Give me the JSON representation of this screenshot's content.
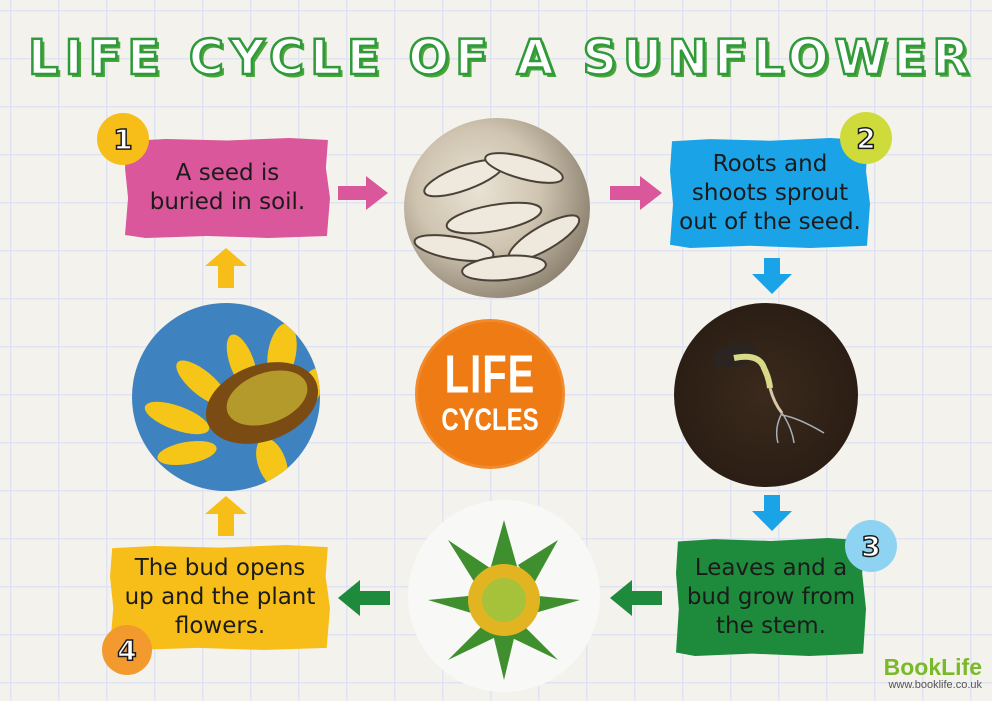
{
  "title": "LIFE CYCLE OF A SUNFLOWER",
  "colors": {
    "title_green": "#2f9a3a",
    "pink": "#d9579a",
    "blue": "#1aa3e6",
    "dark_green": "#1e8a3c",
    "yellow": "#f7be19",
    "orange": "#ee7b14",
    "brand_green": "#7ab929"
  },
  "steps": [
    {
      "number": "1",
      "text": "A seed is\nburied in soil.",
      "box_color": "#d9579a",
      "badge_color": "#f7be19",
      "image": "sunflower-seeds-photo"
    },
    {
      "number": "2",
      "text": "Roots and\nshoots sprout\nout of the seed.",
      "box_color": "#1aa3e6",
      "badge_color": "#cfdb3a",
      "image": "sprouting-seed-in-soil-photo"
    },
    {
      "number": "3",
      "text": "Leaves and a\nbud grow from\nthe stem.",
      "box_color": "#1e8a3c",
      "badge_color": "#8fd3f2",
      "image": "sunflower-bud-photo"
    },
    {
      "number": "4",
      "text": "The bud opens\nup and the plant\nflowers.",
      "box_color": "#f7be19",
      "badge_color": "#f29a2e",
      "image": "blooming-sunflower-photo"
    }
  ],
  "logo": {
    "line1": "LIFE",
    "line2": "CYCLES"
  },
  "brand": {
    "name": "BookLife",
    "url": "www.booklife.co.uk"
  }
}
